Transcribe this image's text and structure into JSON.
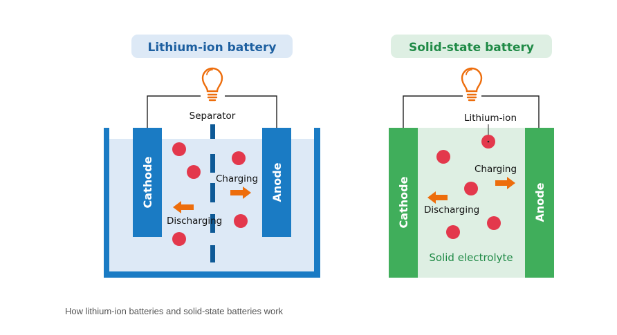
{
  "colors": {
    "li_primary": "#1a7bc4",
    "li_dark": "#0e5a97",
    "li_light": "#dde9f6",
    "li_title_bg": "#dde9f6",
    "li_title_text": "#1d5fa0",
    "ss_primary": "#40ae5b",
    "ss_light": "#deefe3",
    "ss_title_bg": "#deefe3",
    "ss_title_text": "#1f8a46",
    "ion": "#e3384c",
    "arrow": "#ed6d0c",
    "bulb": "#ed6d0c",
    "wire": "#222222"
  },
  "lithium_ion": {
    "title": "Lithium-ion battery",
    "separator_label": "Separator",
    "cathode_label": "Cathode",
    "anode_label": "Anode",
    "charging_label": "Charging",
    "discharging_label": "Discharging",
    "ion_count": 5
  },
  "solid_state": {
    "title": "Solid-state battery",
    "ion_label": "Lithium-ion",
    "cathode_label": "Cathode",
    "anode_label": "Anode",
    "charging_label": "Charging",
    "discharging_label": "Discharging",
    "electrolyte_label": "Solid electrolyte",
    "ion_count": 5
  },
  "caption": "How lithium-ion batteries and solid-state batteries work",
  "icons": {
    "light_bulb": "light-bulb-icon",
    "arrow_right": "arrow-right-icon",
    "arrow_left": "arrow-left-icon"
  }
}
